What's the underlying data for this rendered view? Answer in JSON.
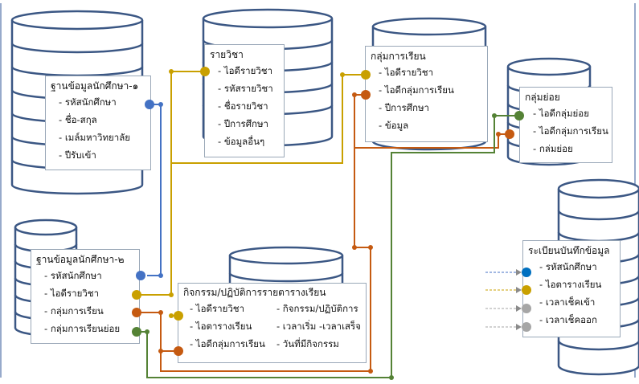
{
  "colors": {
    "cylinder_stroke": "#3b5784",
    "box_border": "#9aa8b8",
    "blue": "#4472c4",
    "gold": "#c9a000",
    "orange": "#c55a11",
    "green": "#548235",
    "gray": "#a6a6a6"
  },
  "student_db1": {
    "title": "ฐานข้อมูลนักศึกษา-๑",
    "items": [
      "รหัสนักศึกษา",
      "ชื่อ-สกุล",
      "เมล์มหาวิทยาลัย",
      "ปีรับเข้า"
    ]
  },
  "course": {
    "title": "รายวิชา",
    "items": [
      "ไอดีรายวิชา",
      "รหัสรายวิชา",
      "ชื่อรายวิชา",
      "ปีการศึกษา",
      "ข้อมูลอื่นๆ"
    ]
  },
  "study_group": {
    "title": "กลุ่มการเรียน",
    "items": [
      "ไอดีรายวิชา",
      "ไอดีกลุ่มการเรียน",
      "ปีการศึกษา",
      "ข้อมูล"
    ]
  },
  "subgroup": {
    "title": "กลุ่มย่อย",
    "items": [
      "ไอดีกลุ่มย่อย",
      "ไอดีกลุ่มการเรียน",
      "กล่มย่อย"
    ]
  },
  "student_db2": {
    "title": "ฐานข้อมูลนักศึกษา-๒",
    "items": [
      "รหัสนักศึกษา",
      "ไอดีรายวิชา",
      "กลุ่มการเรียน",
      "กลุ่มการเรียนย่อย"
    ]
  },
  "activity": {
    "title": "กิจกรรม/ปฏิบัติการรายตารางเรียน",
    "left": [
      "- ไอดีรายวิชา",
      "- ไอตารางเรียน",
      "- ไอดีกลุ่มการเรียน"
    ],
    "right": [
      "- กิจกรรม/ปฏิบัติการ",
      "- เวลาเริ่ม -เวลาเสร็จ",
      "- วันที่มีกิจกรรม"
    ]
  },
  "record": {
    "title": "ระเบียนบันทึกข้อมูล",
    "items": [
      "รหัสนักศึกษา",
      "ไอตารางเรียน",
      "เวลาเช็คเข้า",
      "เวลาเช็คออก"
    ]
  }
}
